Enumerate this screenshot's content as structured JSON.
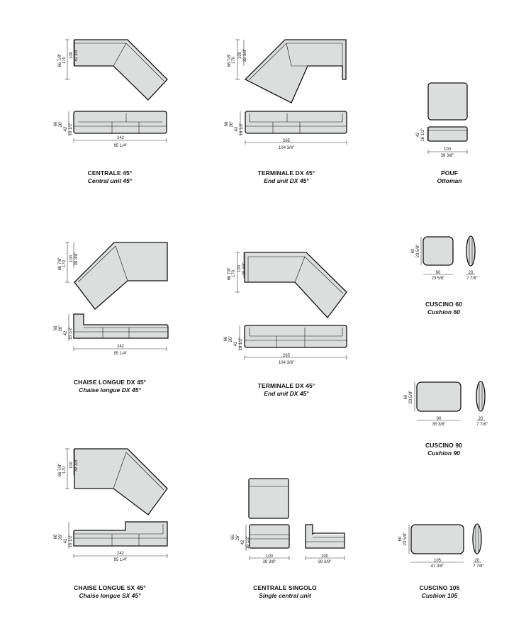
{
  "items": [
    {
      "id": "centrale-45",
      "name": "CENTRALE 45°",
      "name_en": "Central unit 45°",
      "dims": {
        "depth_cm": "170",
        "depth_in": "66 7/8\"",
        "seat_cm": "100",
        "seat_in": "39 3/8\"",
        "h_cm": "66",
        "h_in": "26\"",
        "sh_cm": "42",
        "sh_in": "16 1/2\"",
        "w_cm": "242",
        "w_in": "95 1/4\""
      }
    },
    {
      "id": "terminale-dx-45-a",
      "name": "TERMINALE DX 45°",
      "name_en": "End unit DX 45°",
      "dims": {
        "depth_cm": "170",
        "depth_in": "66 7/8\"",
        "seat_cm": "100",
        "seat_in": "39 3/8\"",
        "h_cm": "66",
        "h_in": "26\"",
        "sh_cm": "42",
        "sh_in": "16 1/2\"",
        "w_cm": "265",
        "w_in": "104 3/8\""
      }
    },
    {
      "id": "pouf",
      "name": "POUF",
      "name_en": "Ottoman",
      "dims": {
        "sh_cm": "42",
        "sh_in": "16 1/2\"",
        "w_cm": "100",
        "w_in": "39 3/8\""
      }
    },
    {
      "id": "chaise-longue-dx-45",
      "name": "CHAISE LONGUE DX 45°",
      "name_en": "Chaise longue DX 45°",
      "dims": {
        "depth_cm": "170",
        "depth_in": "66 7/8\"",
        "seat_cm": "100",
        "seat_in": "39 3/8\"",
        "h_cm": "66",
        "h_in": "26\"",
        "sh_cm": "42",
        "sh_in": "16 1/2\"",
        "w_cm": "242",
        "w_in": "95 1/4\""
      }
    },
    {
      "id": "terminale-dx-45-b",
      "name": "TERMINALE DX 45°",
      "name_en": "End unit DX 45°",
      "dims": {
        "depth_cm": "170",
        "depth_in": "66 7/8\"",
        "seat_cm": "100",
        "seat_in": "39 3/8\"",
        "h_cm": "66",
        "h_in": "26\"",
        "sh_cm": "42",
        "sh_in": "16 1/2\"",
        "w_cm": "265",
        "w_in": "104 3/8\""
      }
    },
    {
      "id": "cuscino-60",
      "name": "CUSCINO 60",
      "name_en": "Cushion 60",
      "dims": {
        "h_cm": "60",
        "h_in": "23 5/8\"",
        "w_cm": "60",
        "w_in": "23 5/8\"",
        "t_cm": "20",
        "t_in": "7 7/8\""
      }
    },
    {
      "id": "cuscino-90",
      "name": "CUSCINO 90",
      "name_en": "Cushion 90",
      "dims": {
        "h_cm": "60",
        "h_in": "23 5/8\"",
        "w_cm": "90",
        "w_in": "35 3/8\"",
        "t_cm": "20",
        "t_in": "7 7/8\""
      }
    },
    {
      "id": "chaise-longue-sx-45",
      "name": "CHAISE LONGUE SX 45°",
      "name_en": "Chaise longue SX 45°",
      "dims": {
        "depth_cm": "170",
        "depth_in": "66 7/8\"",
        "seat_cm": "100",
        "seat_in": "39 3/8\"",
        "h_cm": "66",
        "h_in": "26\"",
        "sh_cm": "42",
        "sh_in": "16 1/2\"",
        "w_cm": "242",
        "w_in": "95 1/4\""
      }
    },
    {
      "id": "centrale-singolo",
      "name": "CENTRALE SINGOLO",
      "name_en": "Single central unit",
      "dims": {
        "h_cm": "66",
        "h_in": "26\"",
        "sh_cm": "42",
        "sh_in": "16 1/2\"",
        "w_cm": "100",
        "w_in": "39 3/8\"",
        "w2_cm": "100",
        "w2_in": "39 3/8\""
      }
    },
    {
      "id": "cuscino-105",
      "name": "CUSCINO 105",
      "name_en": "Cushion 105",
      "dims": {
        "h_cm": "60",
        "h_in": "23 5/8\"",
        "w_cm": "105",
        "w_in": "41 3/8\"",
        "t_cm": "20",
        "t_in": "7 7/8\""
      }
    }
  ]
}
